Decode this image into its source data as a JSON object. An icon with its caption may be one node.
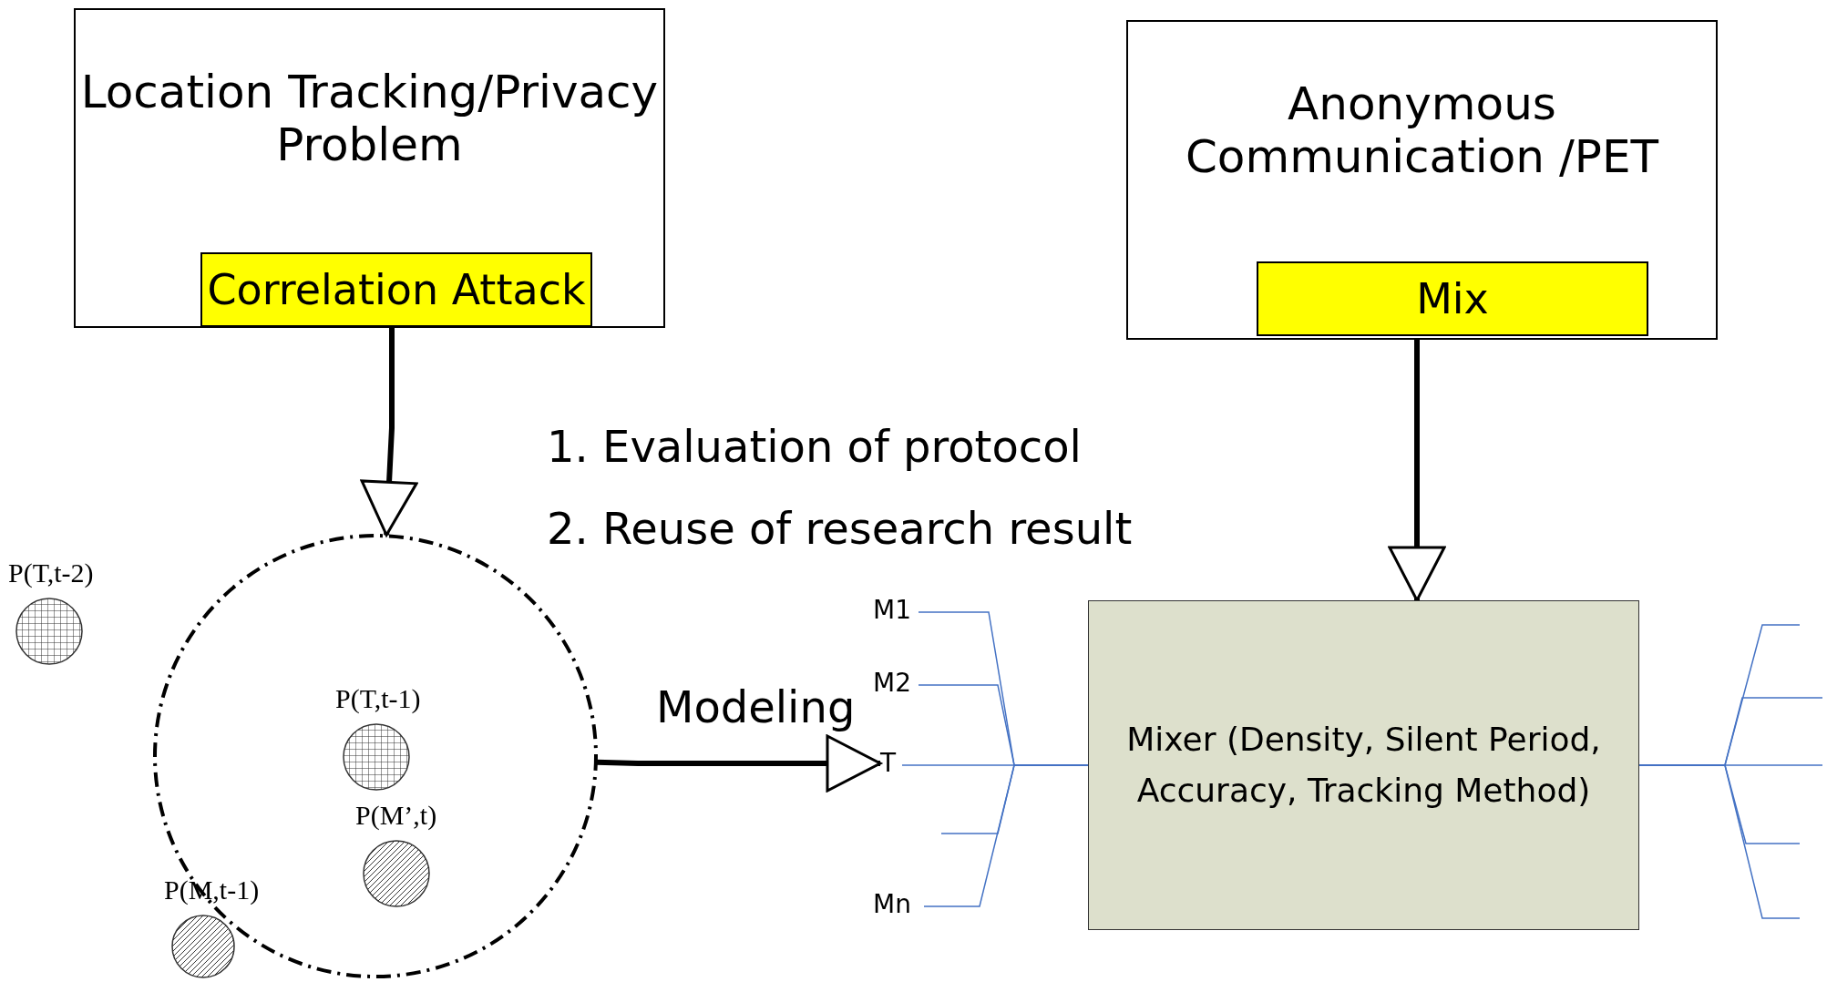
{
  "diagram": {
    "nodes": [
      {
        "text": [
          "Location Tracking/Privacy Problem"
        ]
      },
      {
        "text": [
          "Correlation Attack"
        ],
        "in": 0
      },
      {
        "text": [
          "Anonymous Communication /PET"
        ]
      },
      {
        "text": [
          "Mix"
        ],
        "in": 2
      },
      {
        "text": [],
        "shape": "circle"
      },
      {
        "text": [],
        "shape": "circle",
        "beside": [
          "P(T,t-2)"
        ]
      },
      {
        "text": [],
        "shape": "circle",
        "beside": [
          "P(T,t-1)"
        ],
        "in": 4
      },
      {
        "text": [],
        "shape": "circle",
        "beside": [
          "P(M’,t)"
        ],
        "in": 4
      },
      {
        "text": [],
        "shape": "circle",
        "beside": [
          "P(M,t-1)"
        ]
      },
      {
        "text": [
          "M1"
        ]
      },
      {
        "text": [
          "M2"
        ]
      },
      {
        "text": [
          "T"
        ]
      },
      {
        "text": [
          "Mn"
        ]
      },
      {
        "text": [
          "Mixer (Density, Silent Period, Accuracy, Tracking Method)"
        ]
      }
    ],
    "edges": [
      {
        "from": 1,
        "to": 4,
        "arrow": "to",
        "style": "thick",
        "color": "#000000"
      },
      {
        "from": 3,
        "to": 13,
        "arrow": "to",
        "style": "thick",
        "color": "#000000"
      },
      {
        "from": 4,
        "to": 11,
        "arrow": "to",
        "label": "Modeling",
        "style": "thick",
        "color": "#000000"
      },
      {
        "from": 9,
        "to": 13,
        "arrow": "none"
      },
      {
        "from": 10,
        "to": 13,
        "arrow": "none"
      },
      {
        "from": 11,
        "to": 13,
        "arrow": "none"
      },
      {
        "from": null,
        "to": 13,
        "arrow": "none"
      },
      {
        "from": 12,
        "to": 13,
        "arrow": "none"
      },
      {
        "from": 13,
        "to": null,
        "arrow": "none"
      },
      {
        "from": 13,
        "to": null,
        "arrow": "none"
      },
      {
        "from": 13,
        "to": null,
        "arrow": "none"
      },
      {
        "from": 13,
        "to": null,
        "arrow": "none"
      },
      {
        "from": 13,
        "to": null,
        "arrow": "none"
      }
    ],
    "labels": [
      "1. Evaluation of protocol",
      "2. Reuse of research result"
    ]
  }
}
